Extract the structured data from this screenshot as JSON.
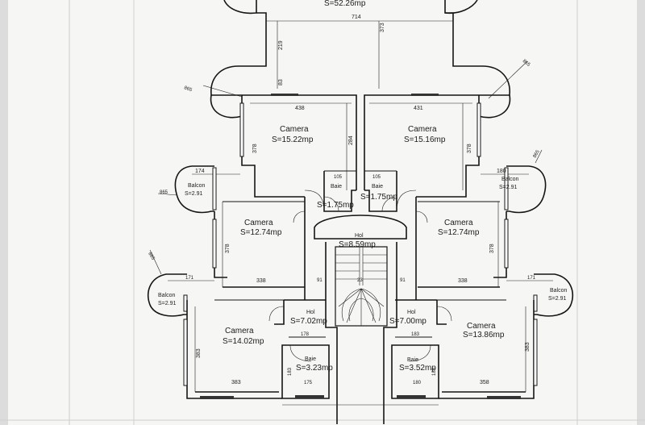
{
  "labels": {
    "top_area": "S=52.26mp",
    "dim_714": "714",
    "dim_219": "219",
    "dim_373": "373",
    "dim_83": "83",
    "dim_865_left": "865",
    "dim_865_right": "865",
    "dim_865_balcon_right": "865",
    "dim_865_balcon_left": "865",
    "dim_865_balcon_low_left": "865",
    "dim_438": "438",
    "dim_431": "431",
    "room_nw_name": "Camera",
    "room_nw_area": "S=15.22mp",
    "room_ne_name": "Camera",
    "room_ne_area": "S=15.16mp",
    "dim_378_nw": "378",
    "dim_284": "284",
    "dim_378_ne": "378",
    "dim_174": "174",
    "dim_180_r": "180",
    "balcon_left_name": "Balcon",
    "balcon_left_area": "S=2.91",
    "balcon_right_name": "Balcon",
    "balcon_right_area": "S=2.91",
    "dim_105_l": "105",
    "dim_105_r": "105",
    "baie_l_name": "Baie",
    "baie_l_area": "S=1.75mp",
    "baie_r_name": "Baie",
    "baie_r_area": "S=1.75mp",
    "room_w_name": "Camera",
    "room_w_area": "S=12.74mp",
    "room_e_name": "Camera",
    "room_e_area": "S=12.74mp",
    "dim_378_w": "378",
    "dim_378_e": "378",
    "hol_c_name": "Hol",
    "hol_c_area": "S=8.59mp",
    "dim_171_l": "171",
    "dim_171_r": "171",
    "dim_338_l": "338",
    "dim_338_r": "338",
    "dim_91_l": "91",
    "dim_91_r": "91",
    "dim_23": "23",
    "balcon_ll_name": "Balcon",
    "balcon_ll_area": "S=2.91",
    "balcon_lr_name": "Balcon",
    "balcon_lr_area": "S=2.91",
    "hol_l_name": "Hol",
    "hol_l_area": "S=7.02mp",
    "hol_r_name": "Hol",
    "hol_r_area": "S=7.00mp",
    "dim_178": "178",
    "dim_183": "183",
    "room_sw_name": "Camera",
    "room_sw_area": "S=14.02mp",
    "room_se_name": "Camera",
    "room_se_area": "S=13.86mp",
    "dim_383_w": "383",
    "dim_383_e": "383",
    "baie_sl_name": "Baie",
    "baie_sl_area": "S=3.23mp",
    "baie_sr_name": "Baie",
    "baie_sr_area": "S=3.52mp",
    "dim_183_v": "183",
    "dim_183_v2": "183",
    "dim_175": "175",
    "dim_180": "180",
    "dim_383_bottom": "383",
    "dim_358": "358"
  }
}
